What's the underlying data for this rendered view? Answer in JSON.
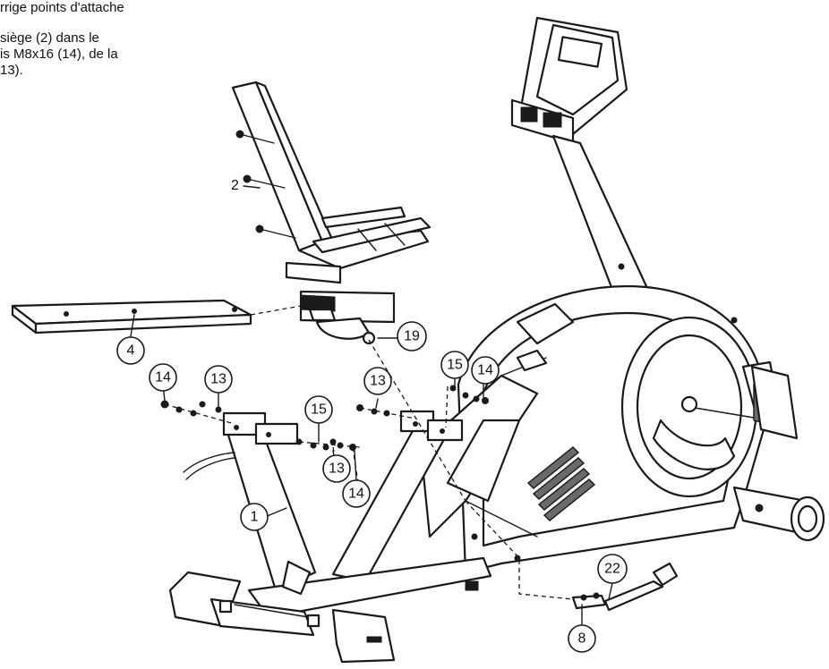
{
  "instructions": {
    "line1": "rrige points d'attache",
    "line2": "siège (2) dans le",
    "line3": "is M8x16 (14), de la",
    "line4": "13)."
  },
  "labels": {
    "seat_frame": "2",
    "frame": "1",
    "rear_stabilizer": "4",
    "handle_bolt": "19",
    "left_bolt": "14",
    "left_washer": "13",
    "front_washer_mid": "15",
    "front_washer_bottom": "13",
    "front_bolt_bottom": "14",
    "center_washer": "13",
    "right_washer": "15",
    "right_bolt": "14",
    "knob": "22",
    "knob_part": "8"
  }
}
